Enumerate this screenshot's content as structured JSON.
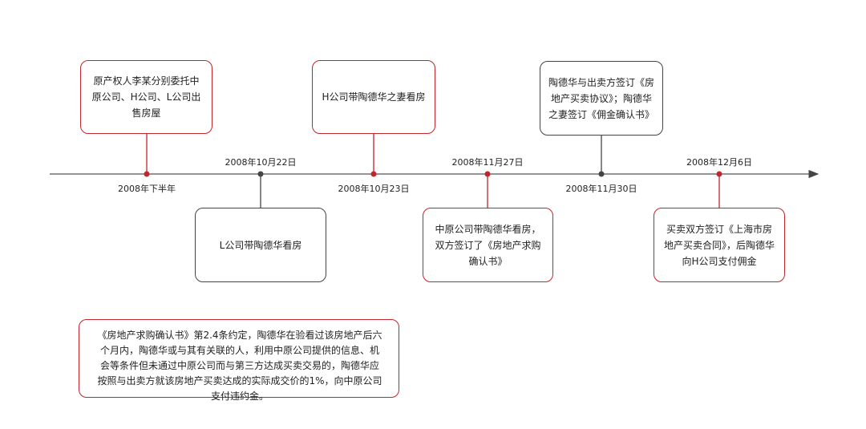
{
  "events": [
    {
      "date": "2008年下半年",
      "text": "原产权人李某分别委托中原公司、H公司、L公司出售房屋",
      "color": "#c0262e"
    },
    {
      "date": "2008年10月22日",
      "text": "L公司带陶德华看房",
      "color": "#444444"
    },
    {
      "date": "2008年10月23日",
      "text": "H公司带陶德华之妻看房",
      "color": "#c0262e"
    },
    {
      "date": "2008年11月27日",
      "text": "中原公司带陶德华看房，双方签订了《房地产求购确认书》",
      "color": "#c0262e"
    },
    {
      "date": "2008年11月30日",
      "text": "陶德华与出卖方签订《房地产买卖协议》；陶德华之妻签订《佣金确认书》",
      "color": "#444444"
    },
    {
      "date": "2008年12月6日",
      "text": "买卖双方签订《上海市房地产买卖合同》，后陶德华向H公司支付佣金",
      "color": "#c0262e"
    }
  ],
  "note": "《房地产求购确认书》第2.4条约定，陶德华在验看过该房地产后六个月内，陶德华或与其有关联的人，利用中原公司提供的信息、机会等条件但未通过中原公司而与第三方达成买卖交易的，陶德华应按照与出卖方就该房地产买卖达成的实际成交价的1%，向中原公司支付违约金。"
}
